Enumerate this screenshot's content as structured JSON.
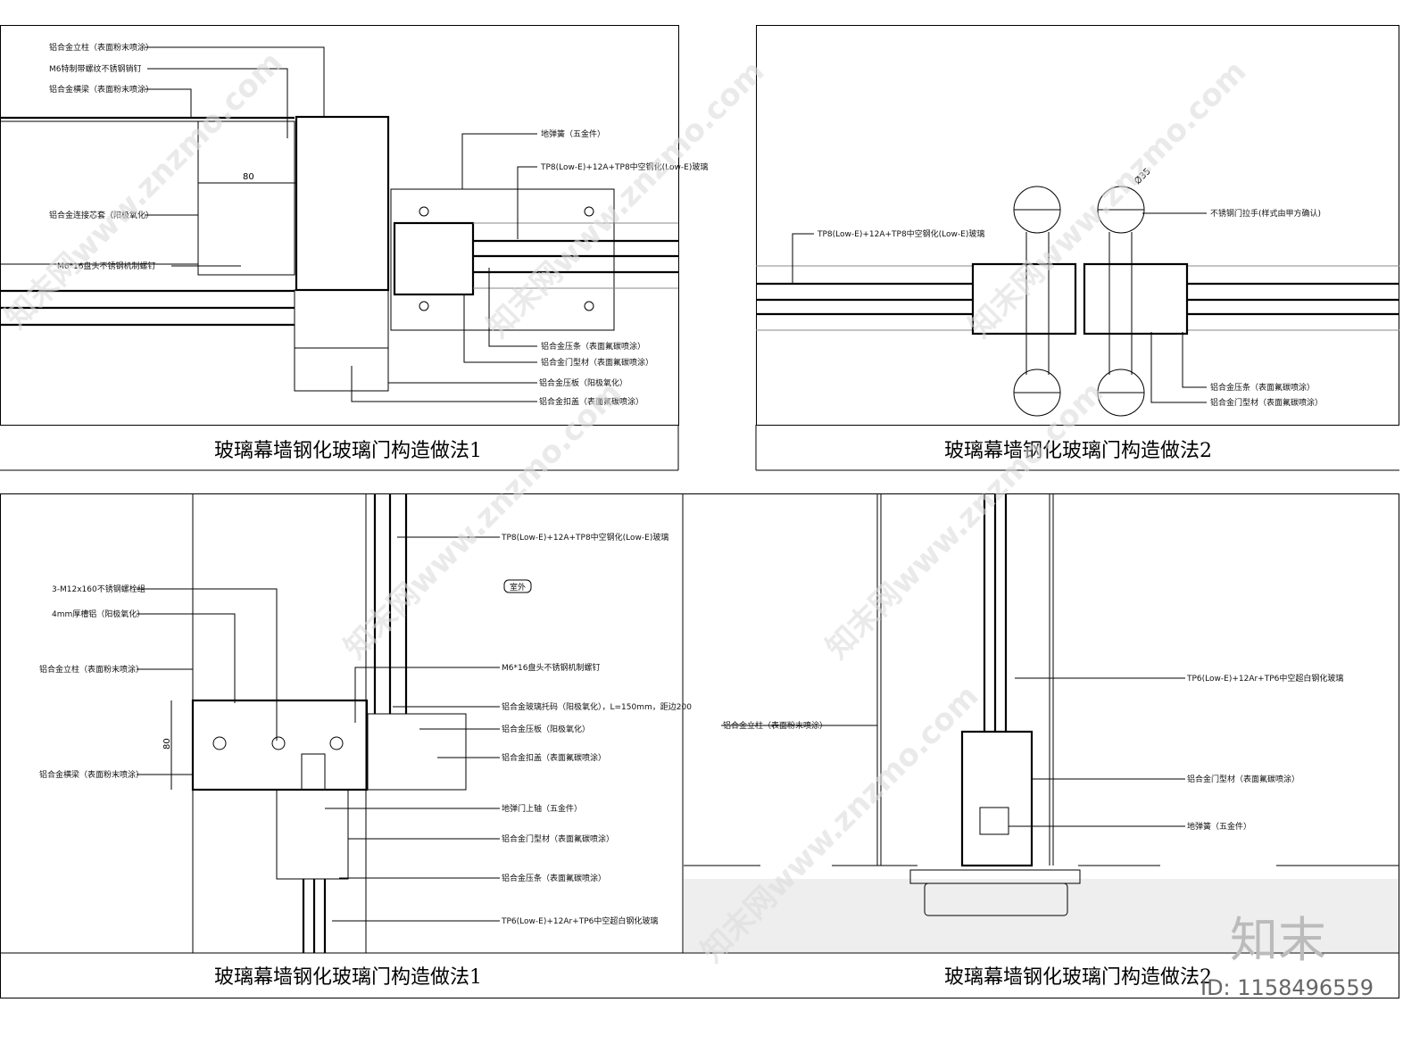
{
  "panels": {
    "top_left": {
      "title": "玻璃幕墙钢化玻璃门构造做法1",
      "dimension": "80",
      "labels": [
        "铝合金立柱（表面粉末喷涂）",
        "M6特制带螺纹不锈钢销钉",
        "铝合金横梁（表面粉末喷涂）",
        "铝合金连接芯套（阳极氧化）",
        "M6*16盘头不锈钢机制螺钉",
        "地弹簧（五金件）",
        "TP8(Low-E)+12A+TP8中空钢化(Low-E)玻璃",
        "铝合金压条（表面氟碳喷涂）",
        "铝合金门型材（表面氟碳喷涂）",
        "铝合金压板（阳极氧化）",
        "铝合金扣盖（表面氟碳喷涂）"
      ]
    },
    "top_right": {
      "title": "玻璃幕墙钢化玻璃门构造做法2",
      "dimension": "Ø35",
      "labels": [
        "TP8(Low-E)+12A+TP8中空钢化(Low-E)玻璃",
        "不锈钢门拉手(样式由甲方确认)",
        "铝合金压条（表面氟碳喷涂）",
        "铝合金门型材（表面氟碳喷涂）"
      ]
    },
    "bottom_left": {
      "title": "玻璃幕墙钢化玻璃门构造做法1",
      "dimension": "80",
      "tag": "室外",
      "labels": [
        "3-M12x160不锈钢螺栓组",
        "4mm厚槽铝（阳极氧化）",
        "铝合金立柱（表面粉末喷涂）",
        "铝合金横梁（表面粉末喷涂）",
        "TP8(Low-E)+12A+TP8中空钢化(Low-E)玻璃",
        "M6*16盘头不锈钢机制螺钉",
        "铝合金玻璃托码（阳极氧化），L=150mm，距边200",
        "铝合金压板（阳极氧化）",
        "铝合金扣盖（表面氟碳喷涂）",
        "地弹门上轴（五金件）",
        "铝合金门型材（表面氟碳喷涂）",
        "铝合金压条（表面氟碳喷涂）",
        "TP6(Low-E)+12Ar+TP6中空超白钢化玻璃"
      ]
    },
    "bottom_right": {
      "title": "玻璃幕墙钢化玻璃门构造做法2",
      "labels": [
        "铝合金立柱（表面粉末喷涂）",
        "TP6(Low-E)+12Ar+TP6中空超白钢化玻璃",
        "铝合金门型材（表面氟碳喷涂）",
        "地弹簧（五金件）"
      ]
    }
  },
  "watermark": "知末网www.znzmo.com",
  "logo": "知末",
  "image_id": "ID: 1158496559"
}
